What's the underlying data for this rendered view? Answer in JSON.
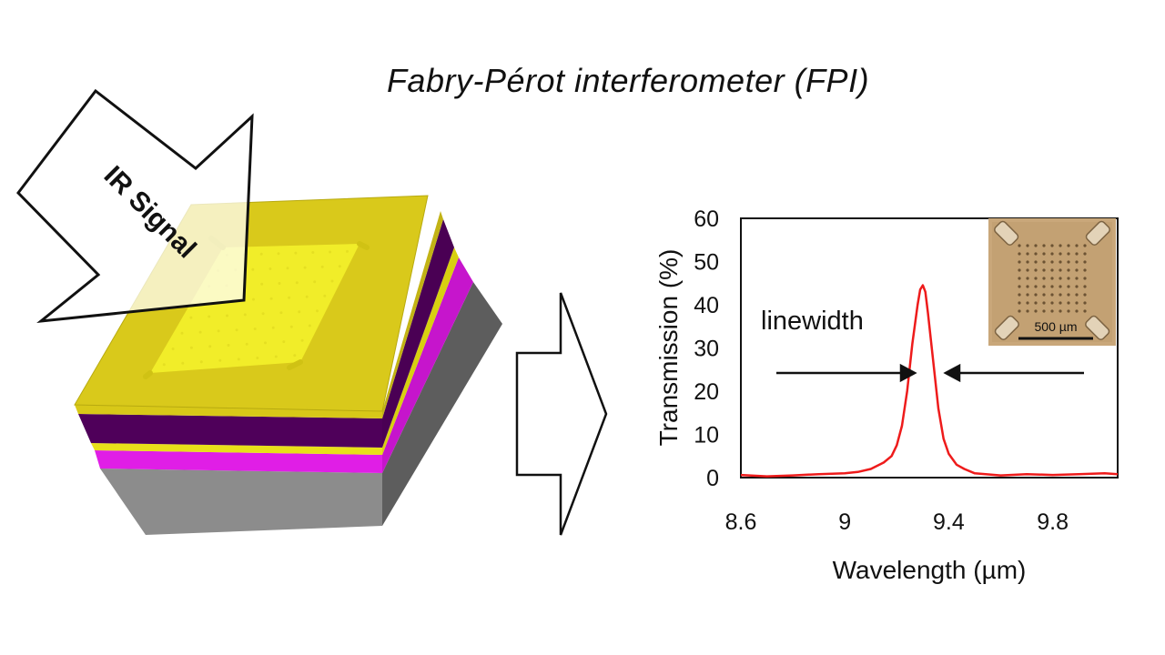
{
  "title": "Fabry-Pérot interferometer (FPI)",
  "signal_label": "IR Signal",
  "annotation": "linewidth",
  "inset_scale": "500 µm",
  "colors": {
    "top_layer": "#e6d51a",
    "dark_layer": "#5c0066",
    "magenta_layer": "#e01ee6",
    "substrate": "#6e6e6e",
    "curve": "#ee1b1b"
  },
  "chart_data": {
    "type": "line",
    "xlabel": "Wavelength (µm)",
    "ylabel": "Transmission (%)",
    "xlim": [
      8.6,
      10.05
    ],
    "ylim": [
      0,
      60
    ],
    "xticks": [
      "8.6",
      "9",
      "9.4",
      "9.8"
    ],
    "yticks": [
      "0",
      "10",
      "20",
      "30",
      "40",
      "50",
      "60"
    ],
    "grid": false,
    "series": [
      {
        "x": [
          8.6,
          8.7,
          8.8,
          8.9,
          9.0,
          9.05,
          9.1,
          9.15,
          9.18,
          9.2,
          9.22,
          9.24,
          9.26,
          9.28,
          9.29,
          9.3,
          9.31,
          9.32,
          9.34,
          9.36,
          9.38,
          9.4,
          9.43,
          9.46,
          9.5,
          9.6,
          9.7,
          9.8,
          9.9,
          10.0,
          10.05
        ],
        "y": [
          0.6,
          0.3,
          0.5,
          0.8,
          1.0,
          1.3,
          2.0,
          3.5,
          5.0,
          7.5,
          12,
          20,
          31,
          40,
          43.5,
          44.5,
          43,
          38,
          27,
          16,
          9,
          5.5,
          3.0,
          2.0,
          1.0,
          0.5,
          0.8,
          0.6,
          0.8,
          1.0,
          0.8
        ]
      }
    ]
  }
}
